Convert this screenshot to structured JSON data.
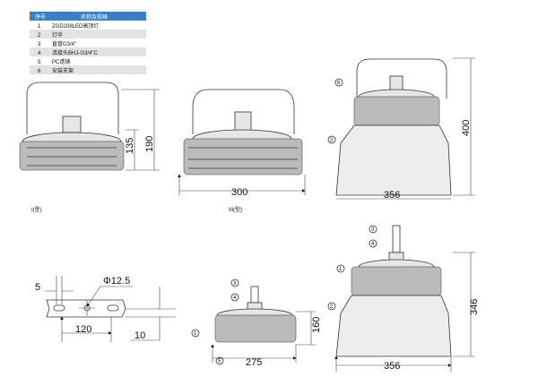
{
  "table": {
    "header": {
      "no": "序号",
      "name": "名称及规格"
    },
    "header_color": "#3b7fc4",
    "rows": [
      {
        "no": "1",
        "name": "ZGD208LED高顶灯"
      },
      {
        "no": "2",
        "name": "灯伞"
      },
      {
        "no": "3",
        "name": "直管G3/4\""
      },
      {
        "no": "4",
        "name": "活接头BHJ-G3/4\"C"
      },
      {
        "no": "5",
        "name": "PC透镜"
      },
      {
        "no": "6",
        "name": "安装支架"
      }
    ]
  },
  "views": {
    "type1": {
      "label": "I(型)",
      "dim_h1": "135",
      "dim_h2": "190"
    },
    "type3": {
      "label": "III(型)",
      "dim_w": "300"
    },
    "pendant_bracket": {
      "dim_h": "400",
      "dim_w": "356",
      "callouts": [
        "6",
        "2"
      ]
    },
    "pendant_pipe": {
      "dim_h": "346",
      "dim_w": "356",
      "callouts": [
        "3",
        "4",
        "1",
        "2"
      ]
    },
    "pipe_small": {
      "dim_h": "160",
      "dim_w": "275",
      "callouts": [
        "3",
        "4",
        "1",
        "5"
      ]
    },
    "bracket": {
      "dim_slot": "5",
      "dim_hole": "Φ12.5",
      "dim_span": "120",
      "dim_thick": "10"
    }
  }
}
